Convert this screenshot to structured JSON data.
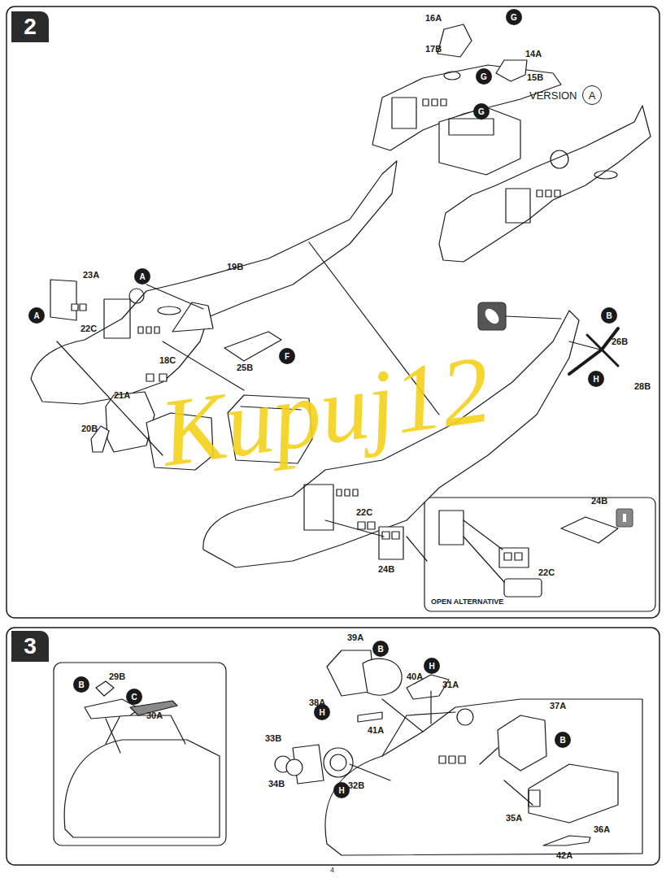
{
  "diagram": {
    "nodes": [
      {
        "text": [
          "2"
        ]
      },
      {
        "text": [
          "G"
        ]
      },
      {
        "text": [
          "G"
        ]
      },
      {
        "text": [
          "G"
        ]
      },
      {
        "text": [
          "A"
        ]
      },
      {
        "text": [
          "A"
        ]
      },
      {
        "text": [
          "A"
        ]
      },
      {
        "text": [
          "F"
        ]
      },
      {
        "text": [
          "B"
        ]
      },
      {
        "text": [
          "H"
        ]
      },
      {
        "text": [
          "3"
        ]
      },
      {
        "text": [
          "B"
        ]
      },
      {
        "text": [
          "C"
        ]
      },
      {
        "text": [
          "B"
        ]
      },
      {
        "text": [
          "H"
        ]
      },
      {
        "text": [
          "H"
        ]
      },
      {
        "text": [
          "H"
        ]
      },
      {
        "text": [
          "B"
        ]
      }
    ],
    "edges": [],
    "labels": [
      "16A",
      "17B",
      "14A",
      "15B",
      "VERSION",
      "23A",
      "22C",
      "19B",
      "18C",
      "25B",
      "21A",
      "20B",
      "26B",
      "28B",
      "22C",
      "24B",
      "24B",
      "22C",
      "OPEN ALTERNATIVE",
      "29B",
      "30A",
      "39A",
      "40A",
      "38A",
      "31A",
      "41A",
      "33B",
      "32B",
      "34B",
      "37A",
      "35A",
      "36A",
      "42A",
      "4",
      "Kupuj12"
    ]
  }
}
